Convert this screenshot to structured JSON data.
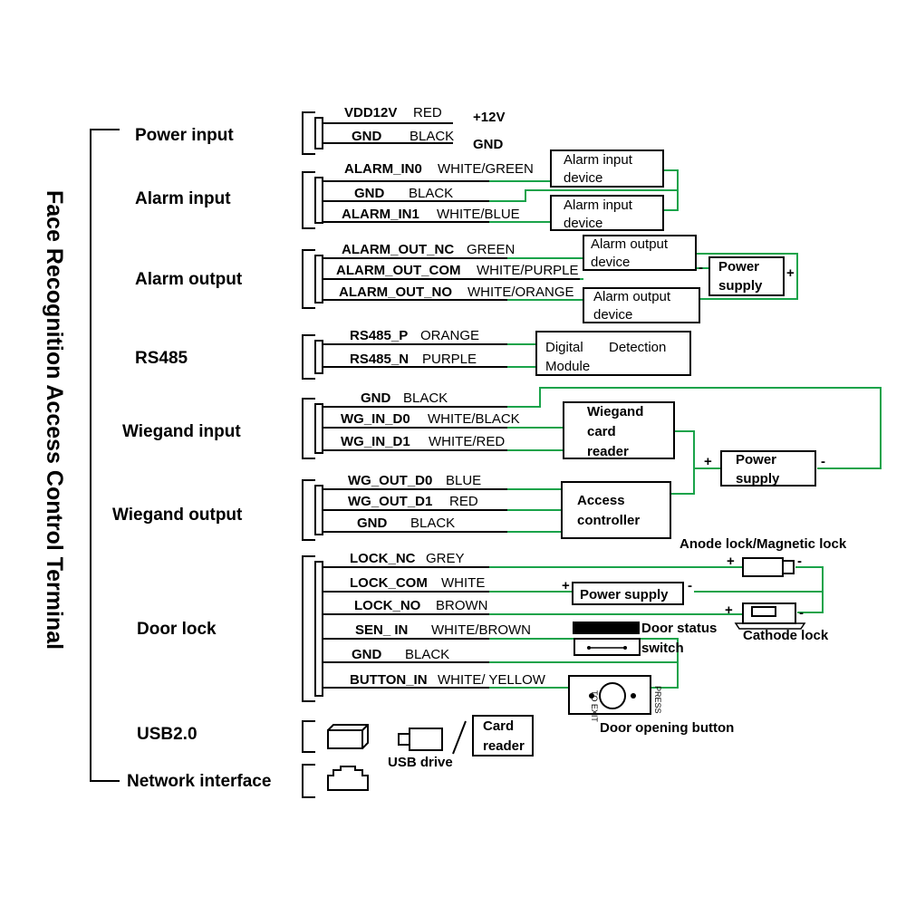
{
  "title": "Face Recognition Access Control Terminal",
  "sections": {
    "power_input": "Power input",
    "alarm_input": "Alarm input",
    "alarm_output": "Alarm output",
    "rs485": "RS485",
    "wiegand_input": "Wiegand input",
    "wiegand_output": "Wiegand output",
    "door_lock": "Door lock",
    "usb": "USB2.0",
    "network": "Network interface"
  },
  "wires": {
    "vdd12v": {
      "pin": "VDD12V",
      "color": "RED"
    },
    "gnd_power": {
      "pin": "GND",
      "color": "BLACK"
    },
    "alarm_in0": {
      "pin": "ALARM_IN0",
      "color": "WHITE/GREEN"
    },
    "gnd_alarm": {
      "pin": "GND",
      "color": "BLACK"
    },
    "alarm_in1": {
      "pin": "ALARM_IN1",
      "color": "WHITE/BLUE"
    },
    "alarm_out_nc": {
      "pin": "ALARM_OUT_NC",
      "color": "GREEN"
    },
    "alarm_out_com": {
      "pin": "ALARM_OUT_COM",
      "color": "WHITE/PURPLE"
    },
    "alarm_out_no": {
      "pin": "ALARM_OUT_NO",
      "color": "WHITE/ORANGE"
    },
    "rs485_p": {
      "pin": "RS485_P",
      "color": "ORANGE"
    },
    "rs485_n": {
      "pin": "RS485_N",
      "color": "PURPLE"
    },
    "gnd_wg_in": {
      "pin": "GND",
      "color": "BLACK"
    },
    "wg_in_d0": {
      "pin": "WG_IN_D0",
      "color": "WHITE/BLACK"
    },
    "wg_in_d1": {
      "pin": "WG_IN_D1",
      "color": "WHITE/RED"
    },
    "wg_out_d0": {
      "pin": "WG_OUT_D0",
      "color": "BLUE"
    },
    "wg_out_d1": {
      "pin": "WG_OUT_D1",
      "color": "RED"
    },
    "gnd_wg_out": {
      "pin": "GND",
      "color": "BLACK"
    },
    "lock_nc": {
      "pin": "LOCK_NC",
      "color": "GREY"
    },
    "lock_com": {
      "pin": "LOCK_COM",
      "color": "WHITE"
    },
    "lock_no": {
      "pin": "LOCK_NO",
      "color": "BROWN"
    },
    "sen_in": {
      "pin": "SEN_ IN",
      "color": "WHITE/BROWN"
    },
    "gnd_lock": {
      "pin": "GND",
      "color": "BLACK"
    },
    "button_in": {
      "pin": "BUTTON_IN",
      "color": "WHITE/ YELLOW"
    }
  },
  "power_labels": {
    "plus12v": "+12V",
    "gnd": "GND"
  },
  "devices": {
    "alarm_input_device_1": [
      "Alarm input",
      "device"
    ],
    "alarm_input_device_2": [
      "Alarm input",
      "device"
    ],
    "alarm_output_device_1": [
      "Alarm output",
      "device"
    ],
    "alarm_output_device_2": [
      "Alarm output",
      "device"
    ],
    "alarm_power_supply": [
      "Power",
      "supply"
    ],
    "digital_detection_module": [
      "Digital",
      "Detection",
      "Module"
    ],
    "wiegand_card_reader": [
      "Wiegand",
      "card",
      "reader"
    ],
    "wiegand_power_supply": [
      "Power",
      "supply"
    ],
    "access_controller": [
      "Access",
      "controller"
    ],
    "lock_power_supply": "Power supply",
    "anode_lock": "Anode lock/Magnetic lock",
    "cathode_lock": "Cathode lock",
    "door_status_switch": [
      "Door status",
      "switch"
    ],
    "exit_button_left": "TO EXIT",
    "exit_button_right": "PRESS",
    "door_opening_button": "Door opening button",
    "usb_drive": "USB drive",
    "card_reader": [
      "Card",
      "reader"
    ]
  },
  "polarity": {
    "plus": "+",
    "minus": "-"
  }
}
